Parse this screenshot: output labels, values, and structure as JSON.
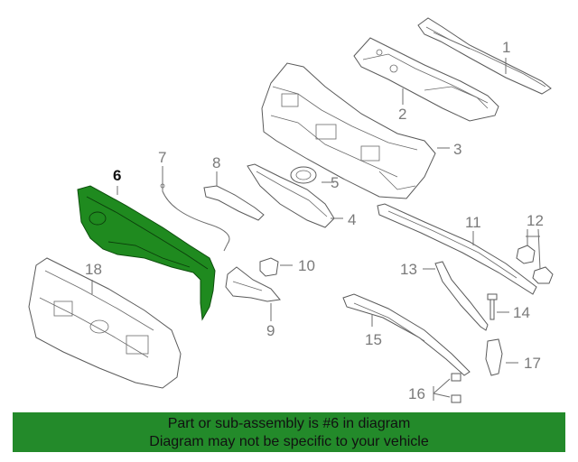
{
  "diagram": {
    "callouts": [
      "1",
      "2",
      "3",
      "4",
      "5",
      "6",
      "7",
      "8",
      "9",
      "10",
      "11",
      "12",
      "13",
      "14",
      "15",
      "16",
      "17",
      "18"
    ],
    "highlight_callout": "6",
    "highlight_color": "#238a2a"
  },
  "banner": {
    "line1": "Part or sub-assembly is #6 in diagram",
    "line2": "Diagram may not be specific to your vehicle",
    "background": "#238a2a"
  }
}
